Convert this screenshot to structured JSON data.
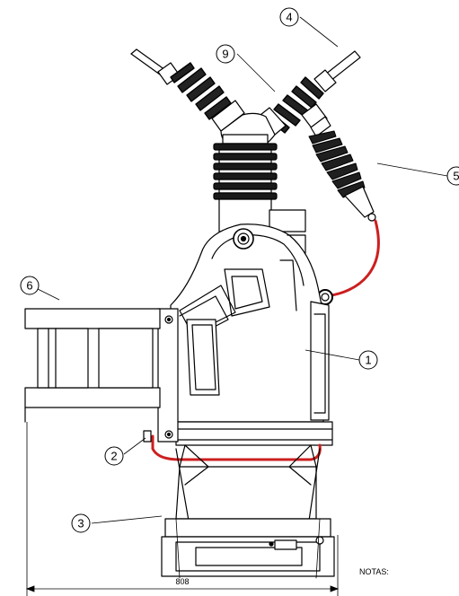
{
  "callouts": [
    {
      "id": "callout-1",
      "label": "1"
    },
    {
      "id": "callout-2",
      "label": "2"
    },
    {
      "id": "callout-3",
      "label": "3"
    },
    {
      "id": "callout-4",
      "label": "4"
    },
    {
      "id": "callout-5",
      "label": "5"
    },
    {
      "id": "callout-6",
      "label": "6"
    },
    {
      "id": "callout-9",
      "label": "9"
    }
  ],
  "notes_label": "NOTAS:",
  "dimension": {
    "value": "808"
  },
  "colors": {
    "line": "#000000",
    "cable": "#cc1f1f",
    "background": "#ffffff"
  }
}
